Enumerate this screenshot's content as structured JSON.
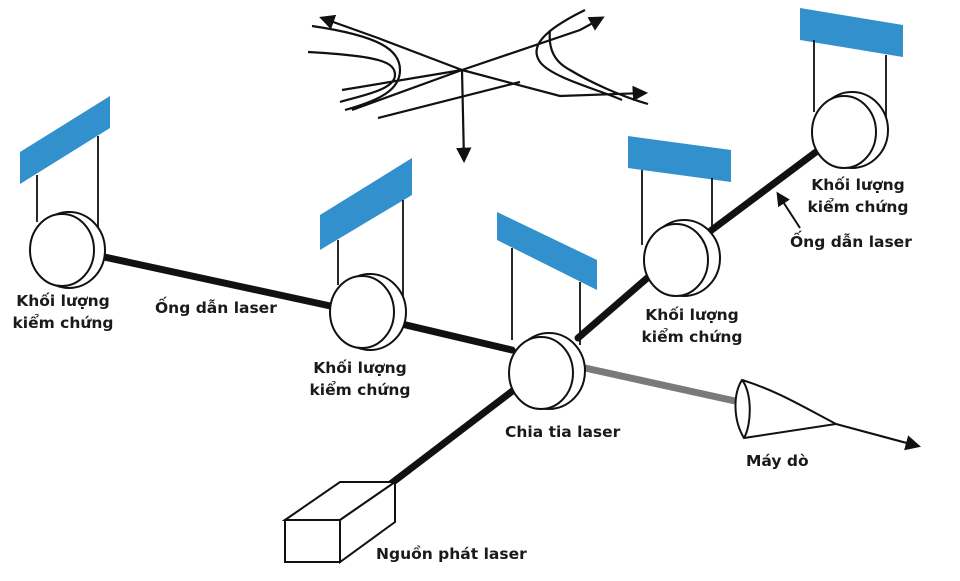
{
  "labels": {
    "test_mass_left": [
      "Khối lượng",
      "kiểm chứng"
    ],
    "test_mass_mid": [
      "Khối lượng",
      "kiểm chứng"
    ],
    "test_mass_right_inner": [
      "Khối lượng",
      "kiểm chứng"
    ],
    "test_mass_right_outer": [
      "Khối lượng",
      "kiểm chứng"
    ],
    "laser_tube_left": "Ống dẫn laser",
    "laser_tube_right": "Ống dẫn laser",
    "beam_splitter": "Chia tia laser",
    "detector": "Máy dò",
    "laser_source": "Nguồn phát laser"
  },
  "colors": {
    "panel": "#3290cd",
    "line": "#111111",
    "detector_beam": "#7a7a7a",
    "background": "#ffffff"
  }
}
